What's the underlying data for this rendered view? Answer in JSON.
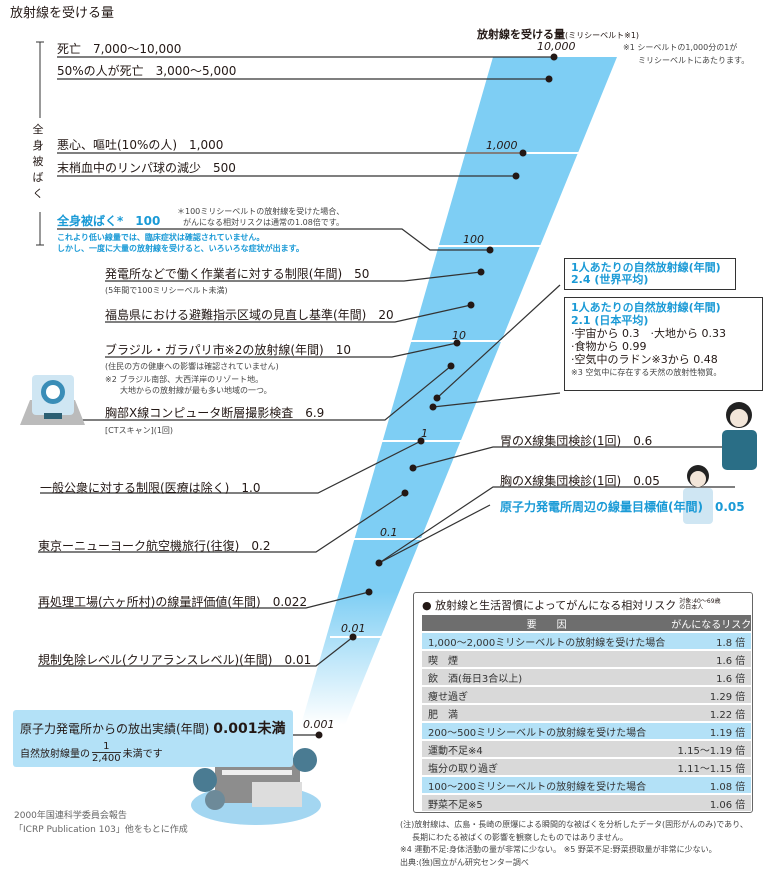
{
  "title": "放射線を受ける量",
  "axis": {
    "label": "放射線を受ける量",
    "unit": "(ミリシーベルト※1)",
    "ticks": [
      "10,000",
      "1,000",
      "100",
      "10",
      "1",
      "0.1",
      "0.01",
      "0.001"
    ]
  },
  "note1": [
    "※1 シーベルトの1,000分の1が",
    "ミリシーベルトにあたります。"
  ],
  "whole_body": "全身被ばく",
  "items": {
    "death": "死亡　7,000〜10,000",
    "half_death": "50%の人が死亡　3,000〜5,000",
    "nausea": "悪心、嘔吐(10%の人)　1,000",
    "lymph": "末梢血中のリンパ球の減少　500",
    "wb100": "全身被ばく*　100",
    "wb100_note": [
      "＊100ミリシーベルトの放射線を受けた場合、",
      "がんになる相対リスクは通常の1.08倍です。"
    ],
    "wb100_blue": [
      "これより低い線量では、臨床症状は確認されていません。",
      "しかし、一度に大量の放射線を受けると、いろいろな症状が出ます。"
    ],
    "worker": "発電所などで働く作業者に対する制限(年間)　50",
    "worker_sub": "(5年間で100ミリシーベルト未満)",
    "fukushima": "福島県における避難指示区域の見直し基準(年間)　20",
    "brazil": "ブラジル・ガラパリ市※2の放射線(年間)　10",
    "brazil_sub": [
      "(住民の方の健康への影響は確認されていません)",
      "※2 ブラジル南部、大西洋岸のリゾート地。",
      "大地からの放射線が最も多い地域の一つ。"
    ],
    "ct": "胸部X線コンピュータ断層撮影検査　6.9",
    "ct_sub": "[CTスキャン](1回)",
    "stomach": "胃のX線集団検診(1回)　0.6",
    "public": "一般公衆に対する制限(医療は除く)　1.0",
    "chest": "胸のX線集団検診(1回)　0.05",
    "npp_target": "原子力発電所周辺の線量目標値(年間)　0.05",
    "flight": "東京ーニューヨーク航空機旅行(往復)　0.2",
    "reprocess": "再処理工場(六ヶ所村)の線量評価値(年間)　0.022",
    "clearance": "規制免除レベル(クリアランスレベル)(年間)　0.01",
    "npp_release": "原子力発電所からの放出実績(年間)",
    "npp_release_val": "0.001未満",
    "npp_release_sub": "自然放射線量の",
    "frac_num": "1",
    "frac_den": "2,400",
    "npp_release_sub2": "未満です"
  },
  "world_box": {
    "title": "1人あたりの自然放射線(年間)",
    "value": "2.4 (世界平均)"
  },
  "japan_box": {
    "title": "1人あたりの自然放射線(年間)",
    "value": "2.1 (日本平均)",
    "lines": [
      "·宇宙から 0.3　·大地から 0.33",
      "·食物から 0.99",
      "·空気中のラドン※3から 0.48"
    ],
    "note": "※3 空気中に存在する天然の放射性物質。"
  },
  "credit": [
    "2000年国連科学委員会報告",
    "「ICRP Publication 103」他をもとに作成"
  ],
  "risk_table": {
    "title": "● 放射線と生活習慣によってがんになる相対リスク",
    "target": [
      "対象:40〜69歳",
      "の日本人"
    ],
    "headers": [
      "要　　因",
      "がんになるリスク"
    ],
    "rows": [
      {
        "factor": "1,000〜2,000ミリシーベルトの放射線を受けた場合",
        "risk": "1.8 倍",
        "radiation": true
      },
      {
        "factor": "喫　煙",
        "risk": "1.6 倍"
      },
      {
        "factor": "飲　酒(毎日3合以上)",
        "risk": "1.6 倍"
      },
      {
        "factor": "痩せ過ぎ",
        "risk": "1.29 倍"
      },
      {
        "factor": "肥　満",
        "risk": "1.22 倍"
      },
      {
        "factor": "200〜500ミリシーベルトの放射線を受けた場合",
        "risk": "1.19 倍",
        "radiation": true
      },
      {
        "factor": "運動不足※4",
        "risk": "1.15〜1.19 倍"
      },
      {
        "factor": "塩分の取り過ぎ",
        "risk": "1.11〜1.15 倍"
      },
      {
        "factor": "100〜200ミリシーベルトの放射線を受けた場合",
        "risk": "1.08 倍",
        "radiation": true
      },
      {
        "factor": "野菜不足※5",
        "risk": "1.06 倍"
      }
    ],
    "notes": [
      "(注)放射線は、広島・長崎の原爆による瞬間的な被ばくを分析したデータ(固形がんのみ)であり、",
      "長期にわたる被ばくの影響を観察したものではありません。",
      "※4 運動不足:身体活動の量が非常に少ない。 ※5 野菜不足:野菜摂取量が非常に少ない。",
      "出典:(独)国立がん研究センター調べ"
    ]
  },
  "colors": {
    "band": "#7ecef4",
    "accent": "#1a9ad6",
    "highlight": "#b3e1f7"
  }
}
